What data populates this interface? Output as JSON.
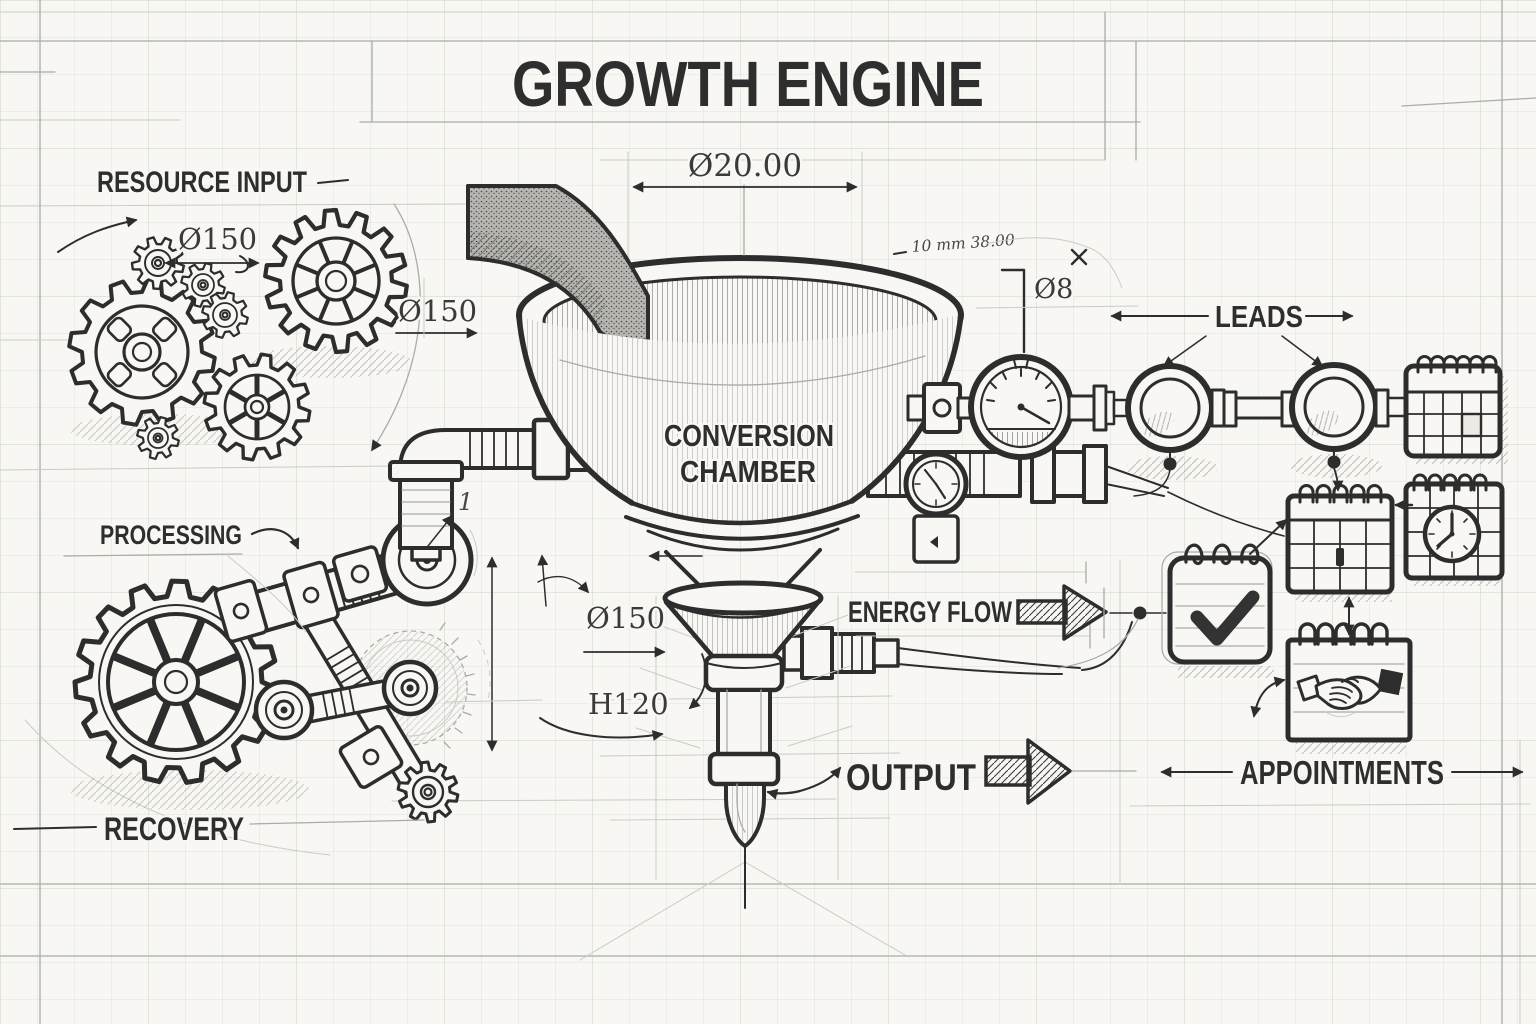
{
  "title": "GROWTH ENGINE",
  "palette": {
    "paper": "#f8f7f3",
    "ink": "#2d2d2d",
    "grid": "#d6d9d4"
  },
  "labels": {
    "resource_input": "RESOURCE INPUT",
    "processing": "PROCESSING",
    "recovery": "RECOVERY",
    "conversion_line1": "CONVERSION",
    "conversion_line2": "CHAMBER",
    "leads": "LEADS",
    "energy_flow": "ENERGY FLOW",
    "output": "OUTPUT",
    "appointments": "APPOINTMENTS"
  },
  "dimensions": {
    "mouth_diameter": "Ø20.00",
    "input_gear_diameter": "Ø150",
    "input_gear_diameter_secondary": "Ø150",
    "spout_diameter": "Ø150",
    "spout_height": "H120",
    "pipe_diameter": "Ø8",
    "handwritten_note": "10 mm 38.00",
    "part_callout": "1"
  },
  "icons": {
    "input_stage": "gear-cluster",
    "conversion_stage": "funnel",
    "instruments": [
      "pressure-gauge",
      "clock-gauge"
    ],
    "leads_stage": [
      "pipe-sight-glass",
      "pipe-sight-glass",
      "calendar"
    ],
    "appointments_stage": [
      "calendar-grid",
      "calendar-clock",
      "calendar-check",
      "handshake-notepad"
    ],
    "recovery_stage": "robotic-linkage"
  }
}
